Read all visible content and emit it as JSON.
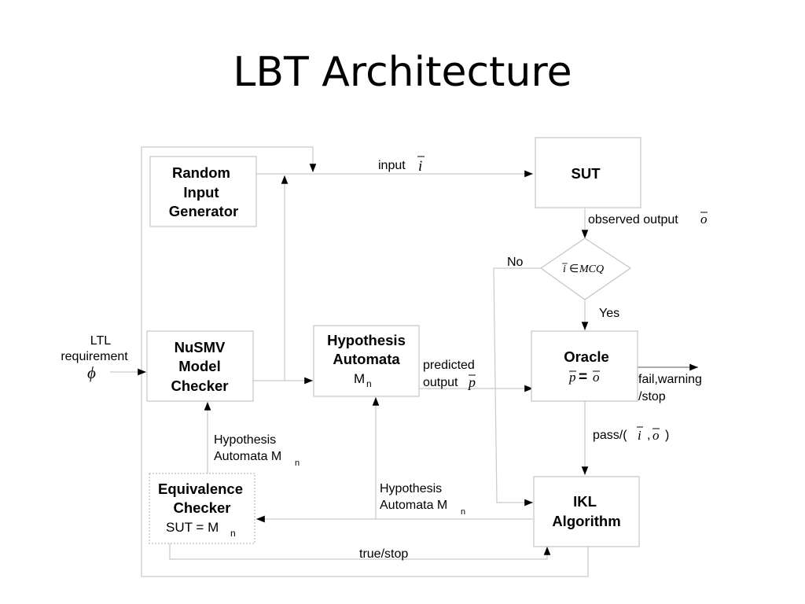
{
  "title": "LBT Architecture",
  "boxes": {
    "rig": [
      "Random",
      "Input",
      "Generator"
    ],
    "sut": "SUT",
    "nusmv": [
      "NuSMV",
      "Model",
      "Checker"
    ],
    "hyp": [
      "Hypothesis",
      "Automata"
    ],
    "hyp_sym": "M",
    "hyp_sub": "n",
    "oracle": "Oracle",
    "equiv": [
      "Equivalence",
      "Checker"
    ],
    "equiv_eq": "SUT = M",
    "equiv_sub": "n",
    "ikl": [
      "IKL",
      "Algorithm"
    ]
  },
  "decision": {
    "i": "i",
    "in": "∈",
    "set": "MCQ"
  },
  "labels": {
    "input": "input",
    "input_sym": "i",
    "observed": "observed output",
    "observed_sym": "o",
    "no": "No",
    "yes": "Yes",
    "ltl": [
      "LTL",
      "requirement"
    ],
    "phi": "ϕ",
    "predicted": [
      "predicted",
      "output"
    ],
    "predicted_sym": "p",
    "oracle_p": "p",
    "oracle_eq": "=",
    "oracle_o": "o",
    "fail": [
      "fail,warning",
      "/stop"
    ],
    "pass": "pass/(",
    "pass_i": "i",
    "pass_comma": ",",
    "pass_o": "o",
    "pass_close": ")",
    "hyp_left": [
      "Hypothesis",
      "Automata M"
    ],
    "hyp_left_sub": "n",
    "hyp_right": [
      "Hypothesis",
      "Automata M"
    ],
    "hyp_right_sub": "n",
    "true_stop": "true/stop"
  }
}
